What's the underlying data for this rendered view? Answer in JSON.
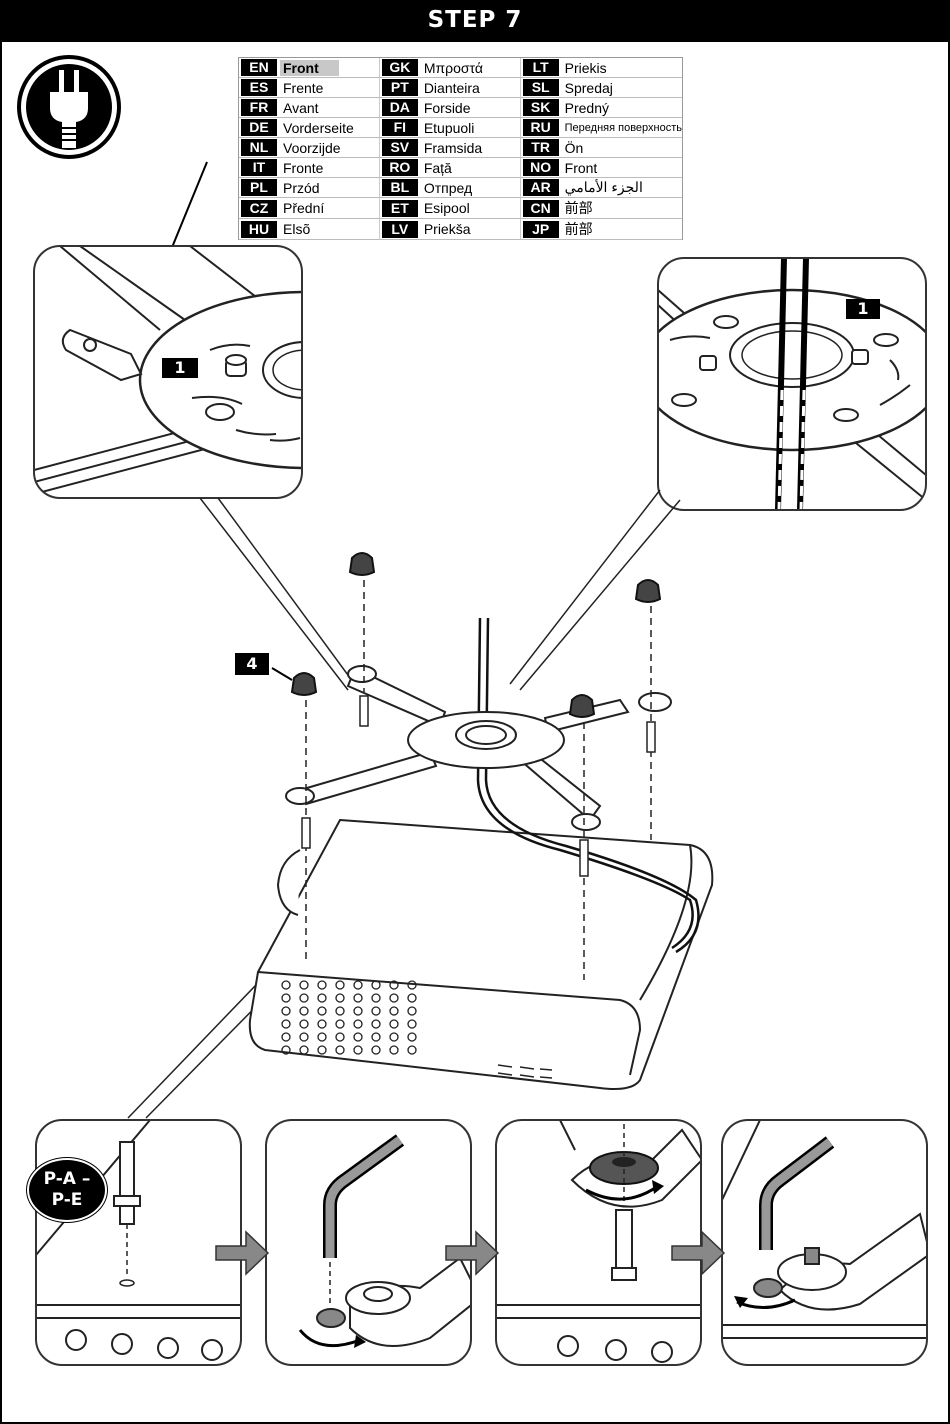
{
  "header": {
    "title": "STEP 7"
  },
  "language_table": {
    "rows": [
      [
        {
          "code": "EN",
          "word": "Front"
        },
        {
          "code": "GK",
          "word": "Μπροστά"
        },
        {
          "code": "LT",
          "word": "Priekis"
        }
      ],
      [
        {
          "code": "ES",
          "word": "Frente"
        },
        {
          "code": "PT",
          "word": "Dianteira"
        },
        {
          "code": "SL",
          "word": "Spredaj"
        }
      ],
      [
        {
          "code": "FR",
          "word": "Avant"
        },
        {
          "code": "DA",
          "word": "Forside"
        },
        {
          "code": "SK",
          "word": "Predný"
        }
      ],
      [
        {
          "code": "DE",
          "word": "Vorderseite"
        },
        {
          "code": "FI",
          "word": "Etupuoli"
        },
        {
          "code": "RU",
          "word": "Передняя поверхность"
        }
      ],
      [
        {
          "code": "NL",
          "word": "Voorzijde"
        },
        {
          "code": "SV",
          "word": "Framsida"
        },
        {
          "code": "TR",
          "word": "Ön"
        }
      ],
      [
        {
          "code": "IT",
          "word": "Fronte"
        },
        {
          "code": "RO",
          "word": "Față"
        },
        {
          "code": "NO",
          "word": "Front"
        }
      ],
      [
        {
          "code": "PL",
          "word": "Przód"
        },
        {
          "code": "BL",
          "word": "Отпред"
        },
        {
          "code": "AR",
          "word": "الجزء الأمامي"
        }
      ],
      [
        {
          "code": "CZ",
          "word": "Přední"
        },
        {
          "code": "ET",
          "word": "Esipool"
        },
        {
          "code": "CN",
          "word": "前部"
        }
      ],
      [
        {
          "code": "HU",
          "word": "Elsõ"
        },
        {
          "code": "LV",
          "word": "Priekša"
        },
        {
          "code": "JP",
          "word": "前部"
        }
      ]
    ]
  },
  "callouts": {
    "left_detail_number": "1",
    "right_detail_number": "1",
    "knob_count": "4",
    "part_label": "P-A –\nP-E"
  },
  "icons": {
    "power": "unplug-power-icon",
    "arrow": "right-arrow-icon"
  }
}
